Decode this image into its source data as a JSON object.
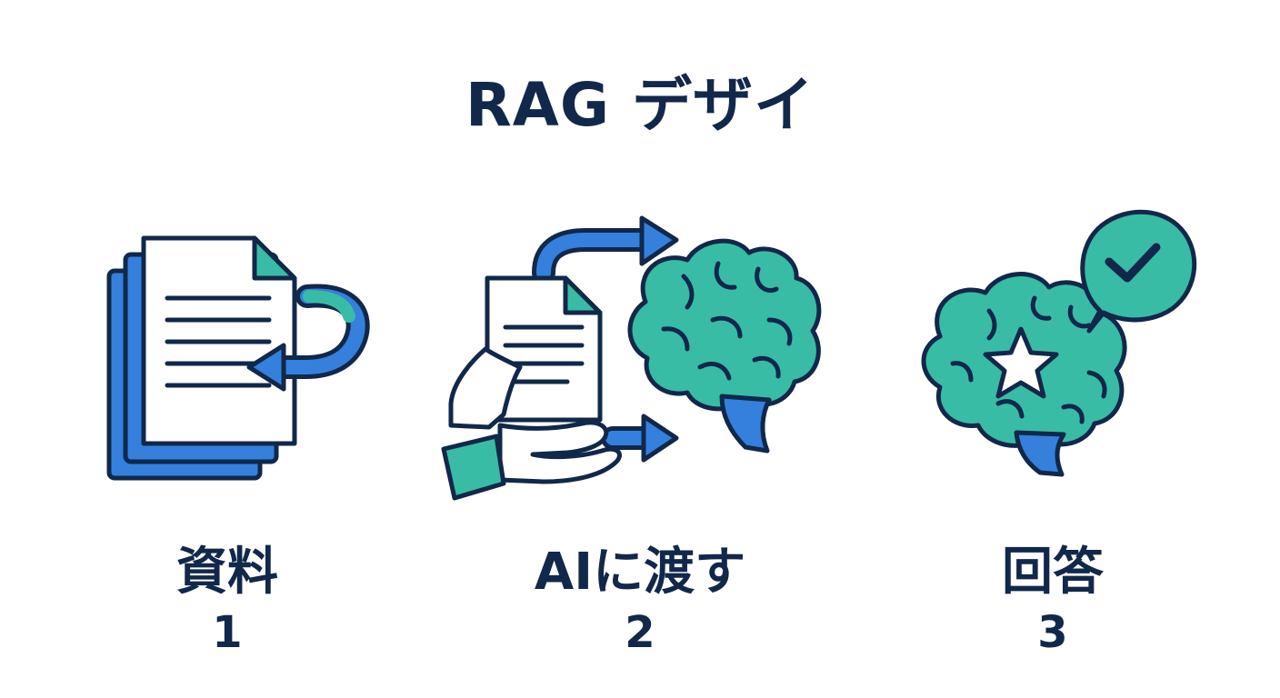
{
  "title": "RAG デザイ",
  "colors": {
    "navy": "#11284a",
    "blue": "#3480dc",
    "teal": "#39bca5",
    "white": "#ffffff"
  },
  "steps": [
    {
      "label": "資料",
      "number": "1",
      "icon": "document-stack-icon"
    },
    {
      "label": "AIに渡す",
      "number": "2",
      "icon": "hand-document-to-brain-icon"
    },
    {
      "label": "回答",
      "number": "3",
      "icon": "brain-answer-check-icon"
    }
  ]
}
